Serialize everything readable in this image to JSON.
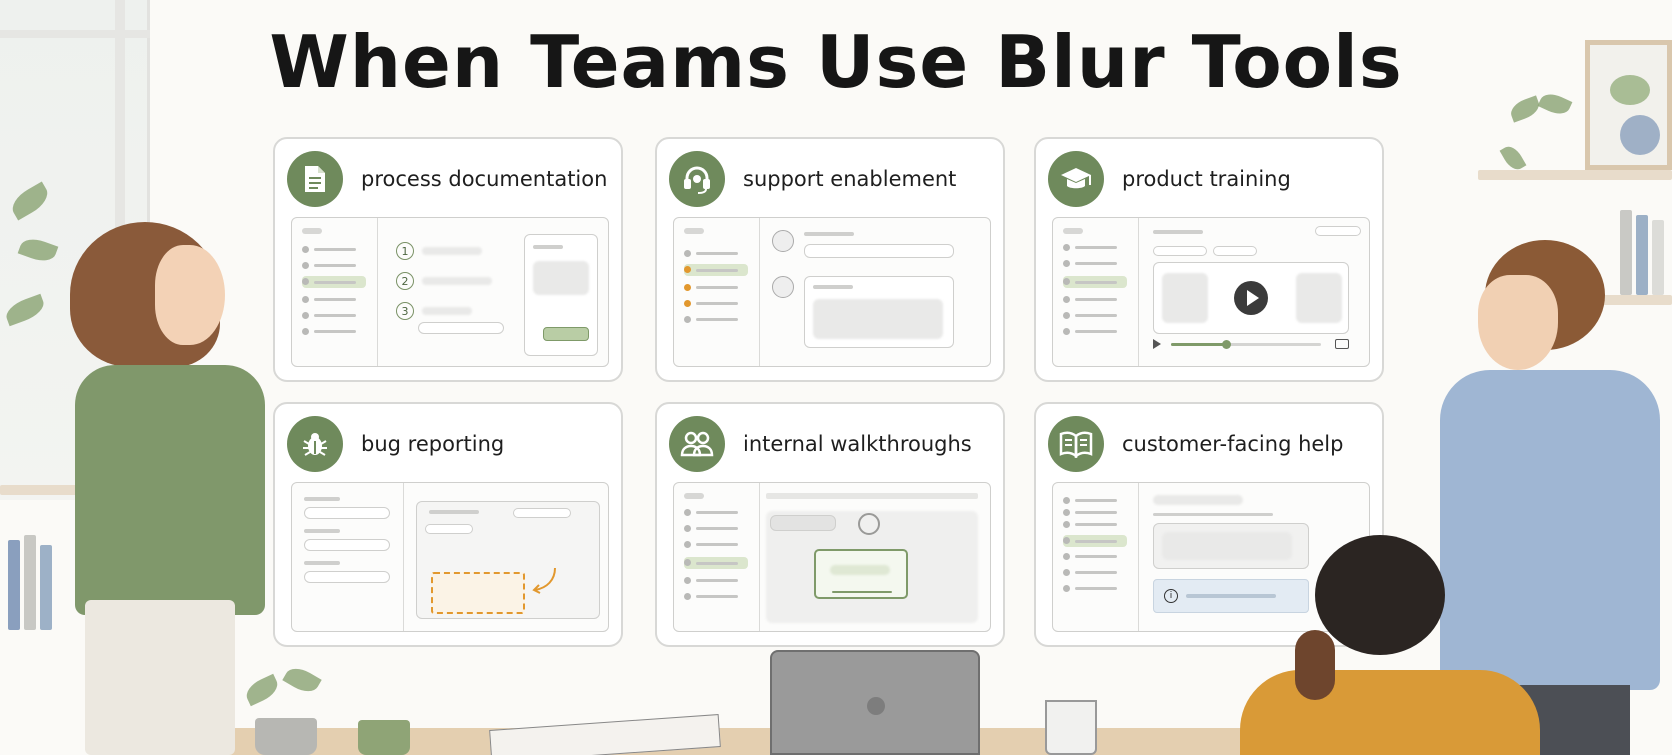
{
  "title": "When Teams Use Blur Tools",
  "cards": [
    {
      "label": "process documentation",
      "icon": "document-icon"
    },
    {
      "label": "support enablement",
      "icon": "headset-icon"
    },
    {
      "label": "product training",
      "icon": "graduation-cap-icon"
    },
    {
      "label": "bug reporting",
      "icon": "bug-icon"
    },
    {
      "label": "internal walkthroughs",
      "icon": "people-icon"
    },
    {
      "label": "customer-facing help",
      "icon": "open-book-icon"
    }
  ],
  "mock_steps": [
    "1",
    "2",
    "3"
  ],
  "info_glyph": "i",
  "colors": {
    "accent_green": "#6f8a5c",
    "highlight_orange": "#e2982e",
    "info_blue": "#e3ebf3"
  }
}
